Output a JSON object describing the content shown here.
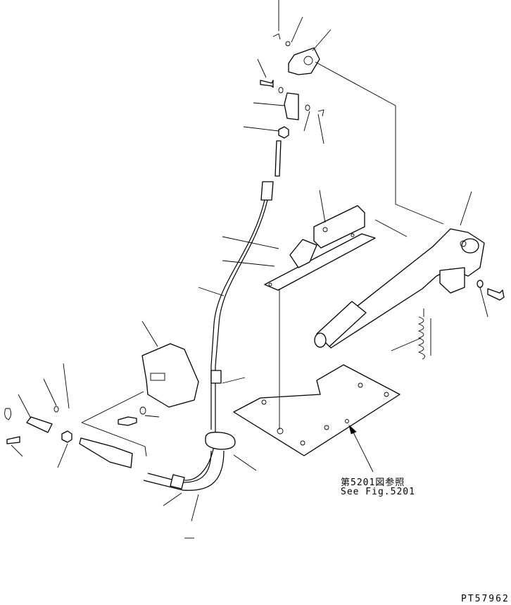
{
  "diagram": {
    "reference_jp": "第5201図参照",
    "reference_en": "See Fig.5201",
    "code": "PT57962"
  }
}
